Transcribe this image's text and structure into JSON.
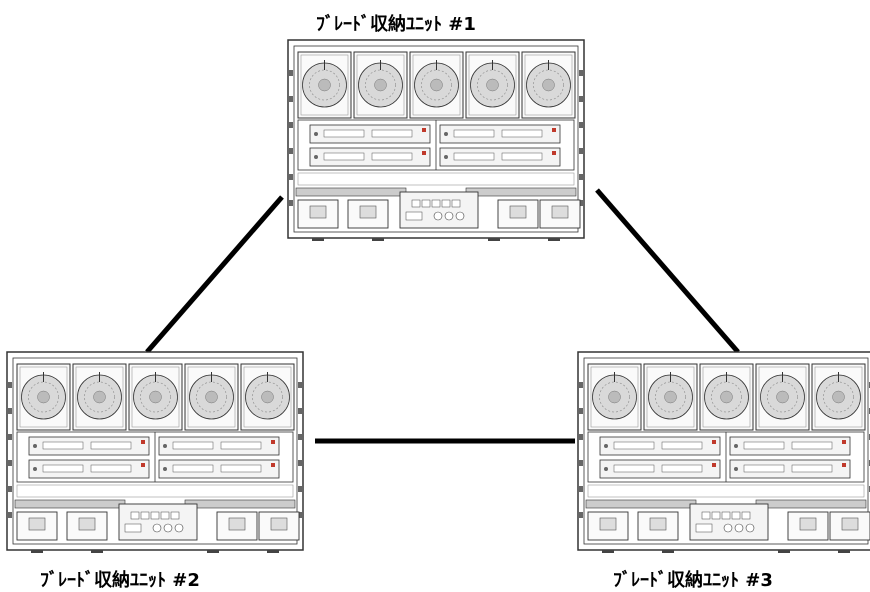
{
  "units": [
    {
      "id": "unit-1",
      "label": "ﾌﾞﾚｰﾄﾞ収納ﾕﾆｯﾄ #1"
    },
    {
      "id": "unit-2",
      "label": "ﾌﾞﾚｰﾄﾞ収納ﾕﾆｯﾄ #2"
    },
    {
      "id": "unit-3",
      "label": "ﾌﾞﾚｰﾄﾞ収納ﾕﾆｯﾄ #3"
    }
  ],
  "connections": [
    {
      "from": "unit-1",
      "to": "unit-2"
    },
    {
      "from": "unit-1",
      "to": "unit-3"
    },
    {
      "from": "unit-2",
      "to": "unit-3"
    }
  ],
  "colors": {
    "line": "#000000",
    "outline": "#333333",
    "fill": "#f4f4f4",
    "accent": "#c0392b"
  }
}
